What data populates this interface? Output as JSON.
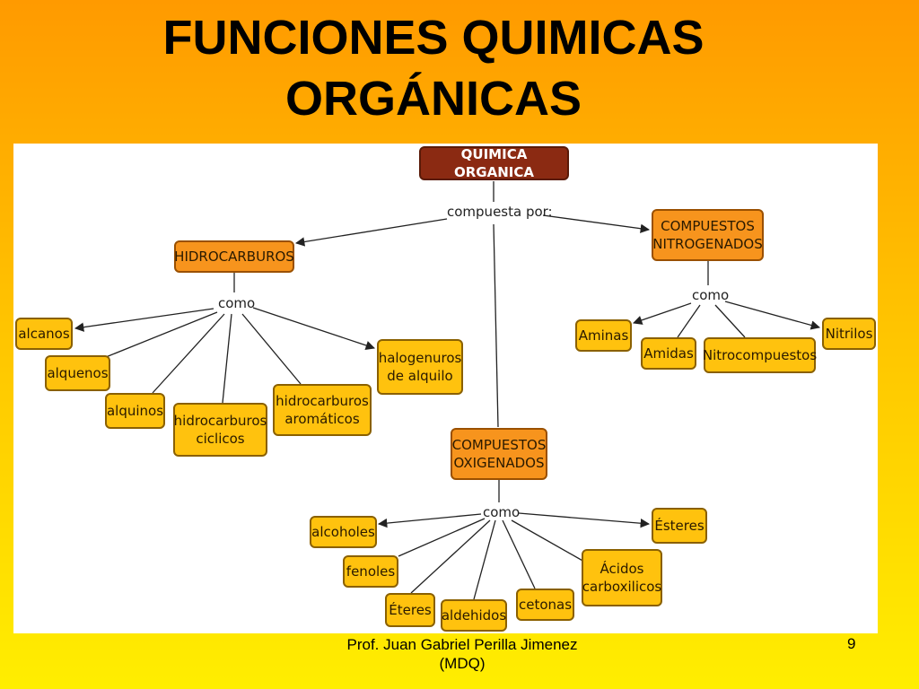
{
  "slide": {
    "title_line1": "FUNCIONES QUIMICAS",
    "title_line2": "ORGÁNICAS",
    "footer_line1": "Prof. Juan Gabriel Perilla Jimenez",
    "footer_line2": "(MDQ)",
    "page_number": "9"
  },
  "diagram": {
    "root": "QUIMICA ORGANICA",
    "root_connector": "compuesta por:",
    "categories": {
      "hidrocarburos": "HIDROCARBUROS",
      "nitrogenados_l1": "COMPUESTOS",
      "nitrogenados_l2": "NITROGENADOS",
      "oxigenados_l1": "COMPUESTOS",
      "oxigenados_l2": "OXIGENADOS"
    },
    "connectors": {
      "hidrocarburos": "como",
      "nitrogenados": "como",
      "oxigenados": "como"
    },
    "hidrocarburos_items": {
      "alcanos": "alcanos",
      "alquenos": "alquenos",
      "alquinos": "alquinos",
      "ciclicos_l1": "hidrocarburos",
      "ciclicos_l2": "ciclicos",
      "aromaticos_l1": "hidrocarburos",
      "aromaticos_l2": "aromáticos",
      "halogenuros_l1": "halogenuros",
      "halogenuros_l2": "de alquilo"
    },
    "nitrogenados_items": {
      "aminas": "Aminas",
      "amidas": "Amidas",
      "nitrocompuestos": "Nitrocompuestos",
      "nitrilos": "Nitrilos"
    },
    "oxigenados_items": {
      "alcoholes": "alcoholes",
      "fenoles": "fenoles",
      "eteres": "Éteres",
      "aldehidos": "aldehidos",
      "cetonas": "cetonas",
      "acidos_l1": "Ácidos",
      "acidos_l2": "carboxilicos",
      "esteres": "Ésteres"
    },
    "colors": {
      "root": "#8b2a12",
      "category": "#f7941d",
      "leaf": "#ffc20e",
      "line": "#222222"
    }
  }
}
